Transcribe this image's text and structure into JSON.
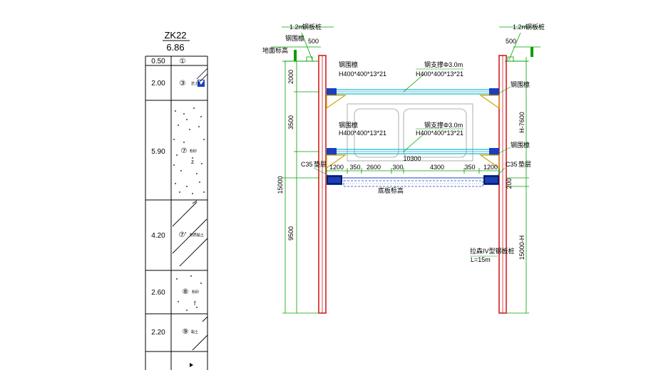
{
  "borehole": {
    "id": "ZK22",
    "elevation": "6.86",
    "layers": [
      {
        "thickness": "0.50",
        "num": "①",
        "name": ""
      },
      {
        "thickness": "2.00",
        "num": "③",
        "name": "淤土"
      },
      {
        "thickness": "5.90",
        "num": "⑦",
        "name": "粉砂"
      },
      {
        "thickness": "4.20",
        "num": "⑦'",
        "name": "粉质黏土"
      },
      {
        "thickness": "2.60",
        "num": "⑧",
        "name": "粉砂"
      },
      {
        "thickness": "2.20",
        "num": "⑨",
        "name": "黏土"
      }
    ],
    "hatch_letters": {
      "z": "z",
      "f": "f"
    }
  },
  "section": {
    "top_left": {
      "dim_12": "1.2m",
      "label_12": "钢板桩",
      "dim_500": "500",
      "ground_label": "地面标高"
    },
    "top_right": {
      "dim_12": "1.2m",
      "label_12": "钢板桩",
      "dim_500": "500"
    },
    "strut1": {
      "note": "钢支撑Φ3.0m",
      "beam_left": "H400*400*13*21",
      "beam_right": "H400*400*13*21",
      "small_label": "钢围檩",
      "right_tag": "钢围檩"
    },
    "strut2": {
      "note": "钢支撑Φ3.0m",
      "beam_left": "H400*400*13*21",
      "beam_right": "H400*400*13*21",
      "small_label": "钢围檩",
      "right_tag": "钢围檩"
    },
    "width_total": "10300",
    "bottom_dims": [
      "1200",
      "350",
      "2600",
      "300",
      "4300",
      "350",
      "1200"
    ],
    "c35_left": "C35",
    "c35_left_note": "垫层",
    "c35_right": "C35",
    "c35_right_note": "垫层",
    "bottom_label": "底板标高",
    "left_vert_dims": [
      "2000",
      "3500",
      "15000",
      "9500"
    ],
    "right_vert_dims": [
      "H-7600",
      "200",
      "15000-H"
    ],
    "pile_label": "拉森IV型钢板桩",
    "pile_length": "L=15m"
  },
  "colors": {
    "pile": "#d21e1e",
    "dim": "#00a000",
    "strut": "#00c8c8",
    "beam": "#1a3fbf",
    "bracket": "#d4a000"
  }
}
